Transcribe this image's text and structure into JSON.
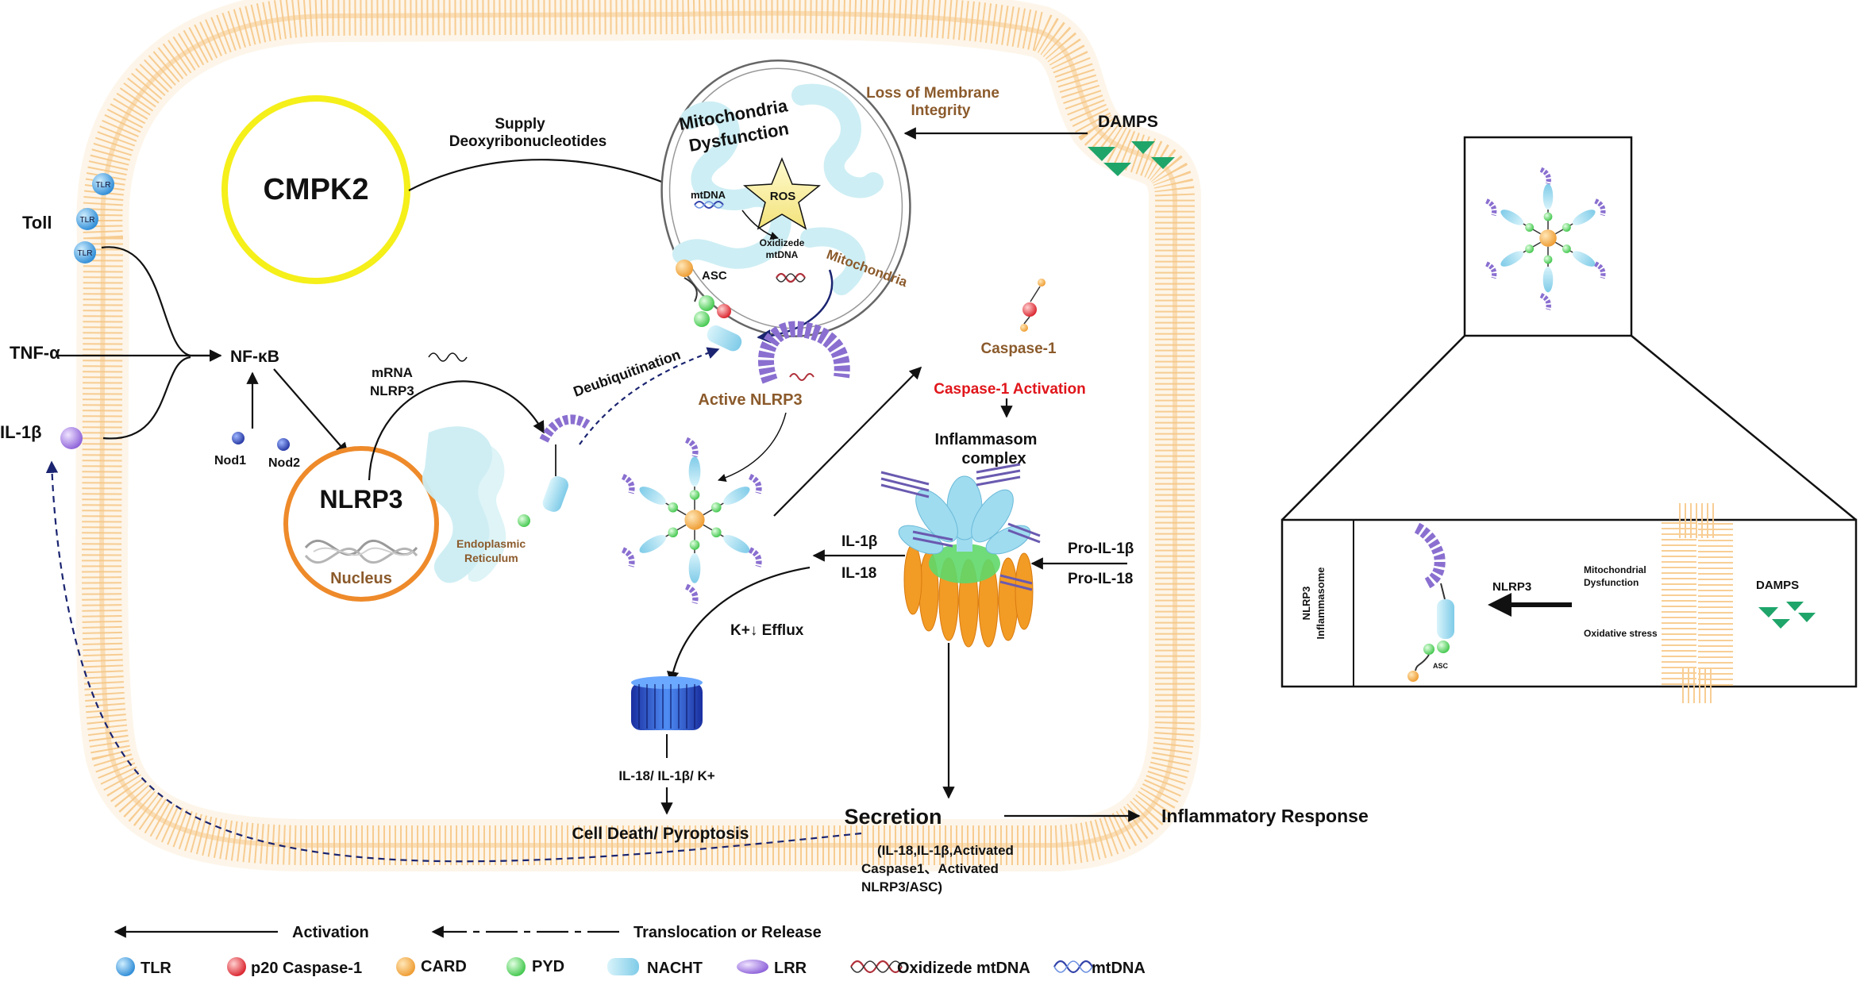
{
  "labels": {
    "toll": "Toll",
    "tnf": "TNF-α",
    "il1b_left": "IL-1β",
    "nfkb": "NF-κB",
    "nod1": "Nod1",
    "nod2": "Nod2",
    "nlrp3_nucleus": "NLRP3",
    "nucleus": "Nucleus",
    "er_line1": "Endoplasmic",
    "er_line2": "Reticulum",
    "mrna_line1": "mRNA",
    "mrna_line2": "NLRP3",
    "cmpk2": "CMPK2",
    "supply_line1": "Supply",
    "supply_line2": "Deoxyribonucleotides",
    "mito_dys_line1": "Mitochondria",
    "mito_dys_line2": "Dysfunction",
    "mtdna": "mtDNA",
    "ros": "ROS",
    "oxidized_line1": "Oxidizede",
    "oxidized_line2": "mtDNA",
    "mitochondria": "Mitochondria",
    "loss_line1": "Loss of Membrane",
    "loss_line2": "Integrity",
    "damps": "DAMPS",
    "asc": "ASC",
    "deubiquitination": "Deubiquitination",
    "active_nlrp3": "Active NLRP3",
    "caspase1": "Caspase-1",
    "caspase1_activation": "Caspase-1 Activation",
    "inflammasom_line1": "Inflammasom",
    "inflammasom_line2": "complex",
    "il1b_mid": "IL-1β",
    "il18_mid": "IL-18",
    "pro_il1b": "Pro-IL-1β",
    "pro_il18": "Pro-IL-18",
    "k_efflux": "K+↓  Efflux",
    "release_products": "IL-18/ IL-1β/ K+",
    "cell_death": "Cell Death/ Pyroptosis",
    "secretion": "Secretion",
    "inflammatory_response": "Inflammatory Response",
    "secretion_detail_1": "(IL-18,IL-1β,Activated",
    "secretion_detail_2": "Caspase1、Activated",
    "secretion_detail_3": "NLRP3/ASC)",
    "tlr": "TLR"
  },
  "inset": {
    "side_label_line1": "NLRP3",
    "side_label_line2": "Inflammasome",
    "nlrp3": "NLRP3",
    "mito_line1": "Mitochondrial",
    "mito_line2": "Dysfunction",
    "oxidative": "Oxidative stress",
    "damps": "DAMPS",
    "asc": "ASC"
  },
  "legend": {
    "activation": "Activation",
    "translocation": "Translocation or Release",
    "items": [
      {
        "label": "TLR",
        "icon": "tlr-icon",
        "color": "#4aa3e0"
      },
      {
        "label": "p20 Caspase-1",
        "icon": "p20-caspase1-icon",
        "color": "#e8343c"
      },
      {
        "label": "CARD",
        "icon": "card-icon",
        "color": "#f0a43a"
      },
      {
        "label": "PYD",
        "icon": "pyd-icon",
        "color": "#5cd65c"
      },
      {
        "label": "NACHT",
        "icon": "nacht-icon",
        "color": "#9fdcf0"
      },
      {
        "label": "LRR",
        "icon": "lrr-icon",
        "color": "#8a6fd0"
      },
      {
        "label": "Oxidizede mtDNA",
        "icon": "oxidized-mtdna-icon",
        "color": "#b0303a"
      },
      {
        "label": "mtDNA",
        "icon": "mtdna-icon",
        "color": "#3344aa"
      }
    ]
  },
  "colors": {
    "membrane": "#f7c98a",
    "cmpk2_ring": "#f5ef1a",
    "nucleus_ring": "#ee8a2a",
    "er": "#cdeef4",
    "damps": "#1fa56a",
    "channel": "#2a56d6"
  }
}
